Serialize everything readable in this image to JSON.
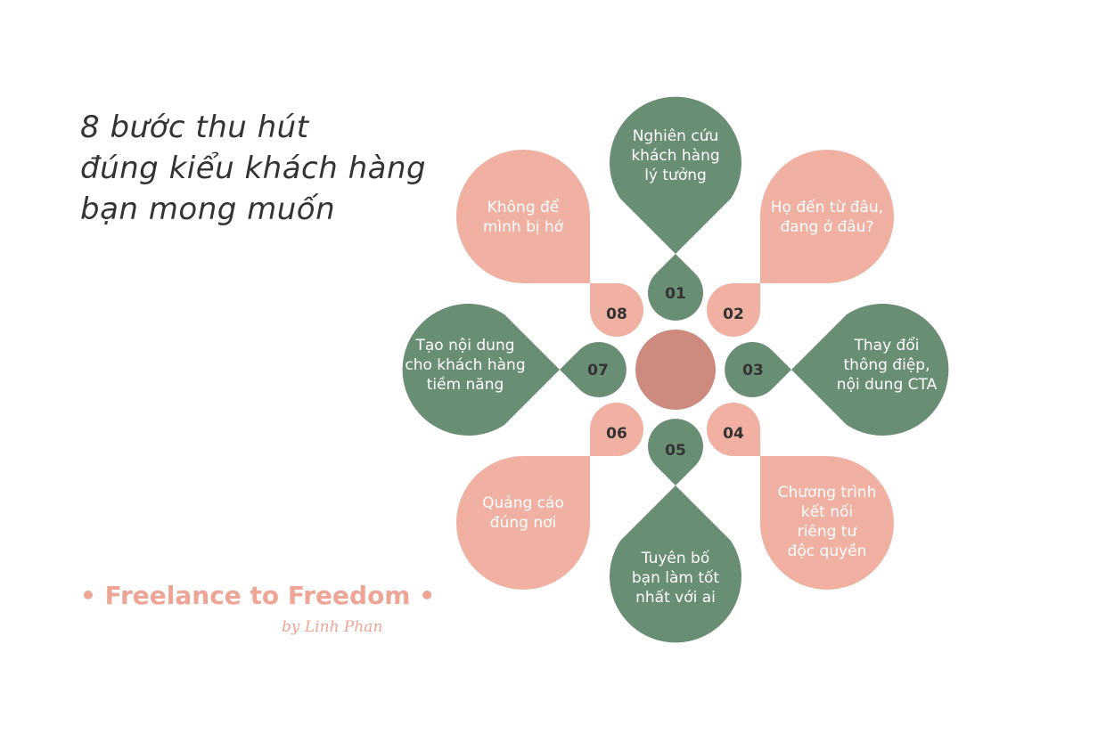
{
  "title": {
    "line1": "8 bước thu hút",
    "line2": "đúng kiểu khách hàng",
    "line3": "bạn mong muốn"
  },
  "brand": {
    "name": "• Freelance to Freedom •",
    "byline": "by Linh Phan"
  },
  "colors": {
    "green": "#6a8e73",
    "pink": "#f0b1a2",
    "center": "#cd8a7f",
    "text_dark": "#333333",
    "brand": "#eea595"
  },
  "steps": [
    {
      "num": "01",
      "lines": [
        "Nghiên cứu",
        "khách hàng",
        "lý tưởng"
      ],
      "color": "green"
    },
    {
      "num": "02",
      "lines": [
        "Họ đến từ đâu,",
        "đang ở đâu?"
      ],
      "color": "pink"
    },
    {
      "num": "03",
      "lines": [
        "Thay đổi",
        "thông điệp,",
        "nội dung CTA"
      ],
      "color": "green"
    },
    {
      "num": "04",
      "lines": [
        "Chương trình",
        "kết nối",
        "riêng tư",
        "độc quyền"
      ],
      "color": "pink"
    },
    {
      "num": "05",
      "lines": [
        "Tuyên bố",
        "bạn làm tốt",
        "nhất với ai"
      ],
      "color": "green"
    },
    {
      "num": "06",
      "lines": [
        "Quảng cáo",
        "đúng nơi"
      ],
      "color": "pink"
    },
    {
      "num": "07",
      "lines": [
        "Tạo nội dung",
        "cho khách hàng",
        "tiềm năng"
      ],
      "color": "green"
    },
    {
      "num": "08",
      "lines": [
        "Không để",
        "mình bị hớ"
      ],
      "color": "pink"
    }
  ]
}
